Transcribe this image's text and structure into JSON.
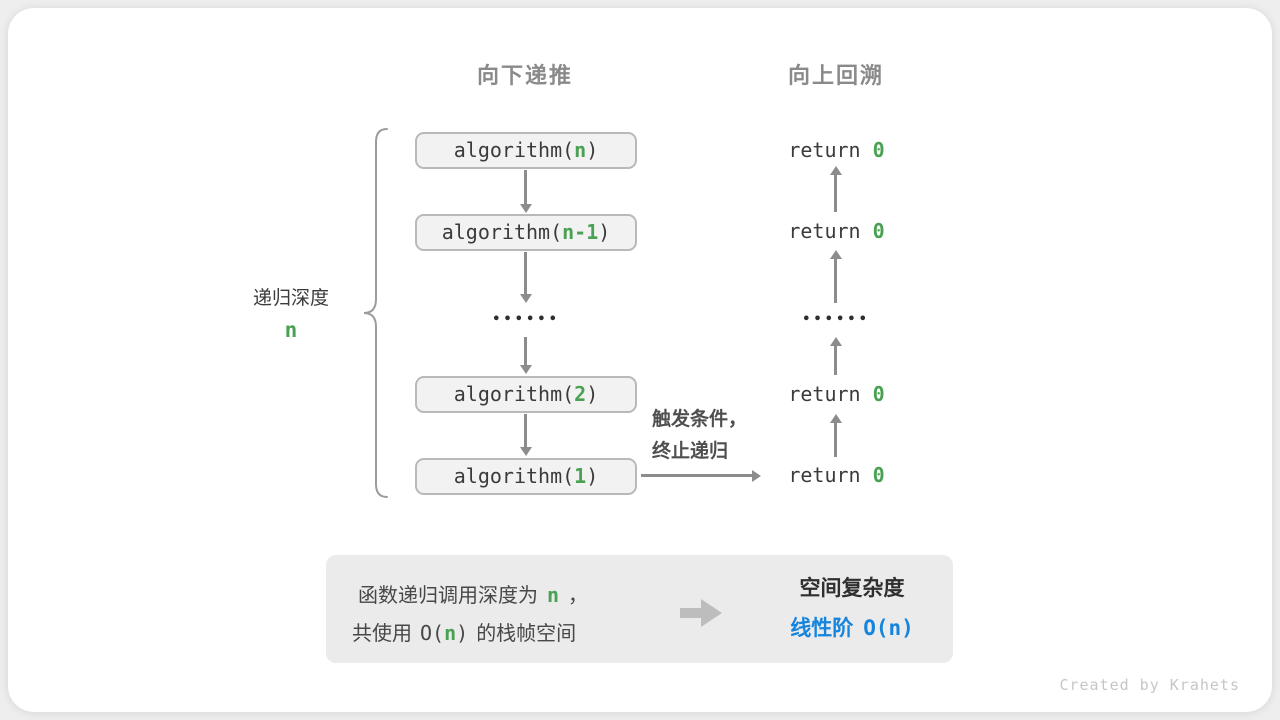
{
  "headers": {
    "left": "向下递推",
    "right": "向上回溯"
  },
  "depth": {
    "label": "递归深度",
    "var": "n"
  },
  "stack": {
    "boxes": [
      {
        "pre": "algorithm(",
        "arg": "n",
        "post": ")"
      },
      {
        "pre": "algorithm(",
        "arg": "n-1",
        "post": ")"
      },
      {
        "pre": "algorithm(",
        "arg": "2",
        "post": ")"
      },
      {
        "pre": "algorithm(",
        "arg": "1",
        "post": ")"
      }
    ],
    "ellipsis": "••••••"
  },
  "returns": {
    "keyword": "return",
    "value": "0",
    "ellipsis": "••••••"
  },
  "condition": {
    "line1": "触发条件，",
    "line2": "终止递归"
  },
  "summary": {
    "left": {
      "l1_head": "函数递归调用深度为",
      "l1_var": "n",
      "l1_tail": "，",
      "l2_head": "共使用",
      "l2_open": "O(",
      "l2_var": "n",
      "l2_close": ")",
      "l2_tail": "的栈帧空间"
    },
    "right": {
      "title": "空间复杂度",
      "result_label": "线性阶",
      "result_value": "O(n)"
    }
  },
  "footer": {
    "credit": "Created by Krahets"
  },
  "colors": {
    "green": "#4aa154",
    "blue": "#1584dd",
    "arrow_gray": "#8c8c8c",
    "box_bg": "#f2f2f2",
    "box_border": "#b9b9b9",
    "summary_bg": "#ebebeb",
    "header_gray": "#8a8a8a"
  }
}
